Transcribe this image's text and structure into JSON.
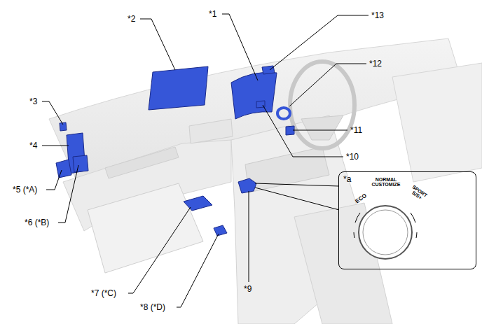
{
  "diagram": {
    "nodes": [
      {
        "text": [
          "*a",
          "ECO",
          "NORMAL CUSTOMIZE",
          "SPORT S/S+"
        ]
      }
    ],
    "labels": [
      "*1",
      "*2",
      "*13",
      "*12",
      "*11",
      "*10",
      "*3",
      "*4",
      "*5 (*A)",
      "*6 (*B)",
      "*7 (*C)",
      "*8 (*D)",
      "*9"
    ]
  }
}
